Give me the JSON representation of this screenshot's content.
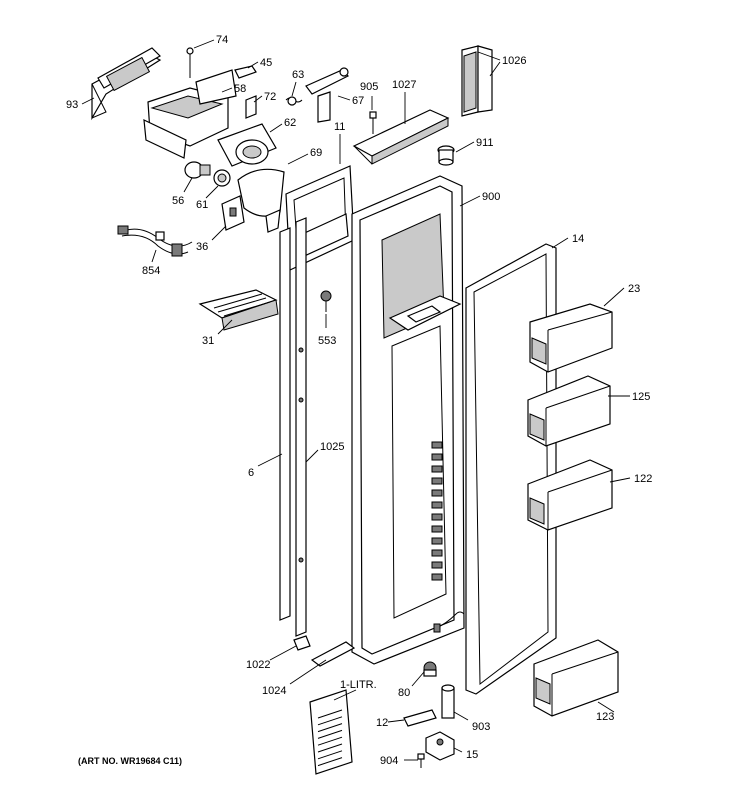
{
  "callouts": {
    "c74": "74",
    "c45": "45",
    "c93": "93",
    "c58": "58",
    "c72": "72",
    "c63": "63",
    "c67": "67",
    "c905": "905",
    "c1027": "1027",
    "c1026": "1026",
    "c62": "62",
    "c911": "911",
    "c11": "11",
    "c69": "69",
    "c56": "56",
    "c61": "61",
    "c900": "900",
    "c36": "36",
    "c854": "854",
    "c14": "14",
    "c23": "23",
    "c31": "31",
    "c553": "553",
    "c125": "125",
    "c6": "6",
    "c1025": "1025",
    "c122": "122",
    "c1022": "1022",
    "c1024": "1024",
    "c1litr": "1-LITR.",
    "c80": "80",
    "c123": "123",
    "c12": "12",
    "c903": "903",
    "c904": "904",
    "c15": "15"
  },
  "art_number": "(ART NO. WR19684 C11)"
}
